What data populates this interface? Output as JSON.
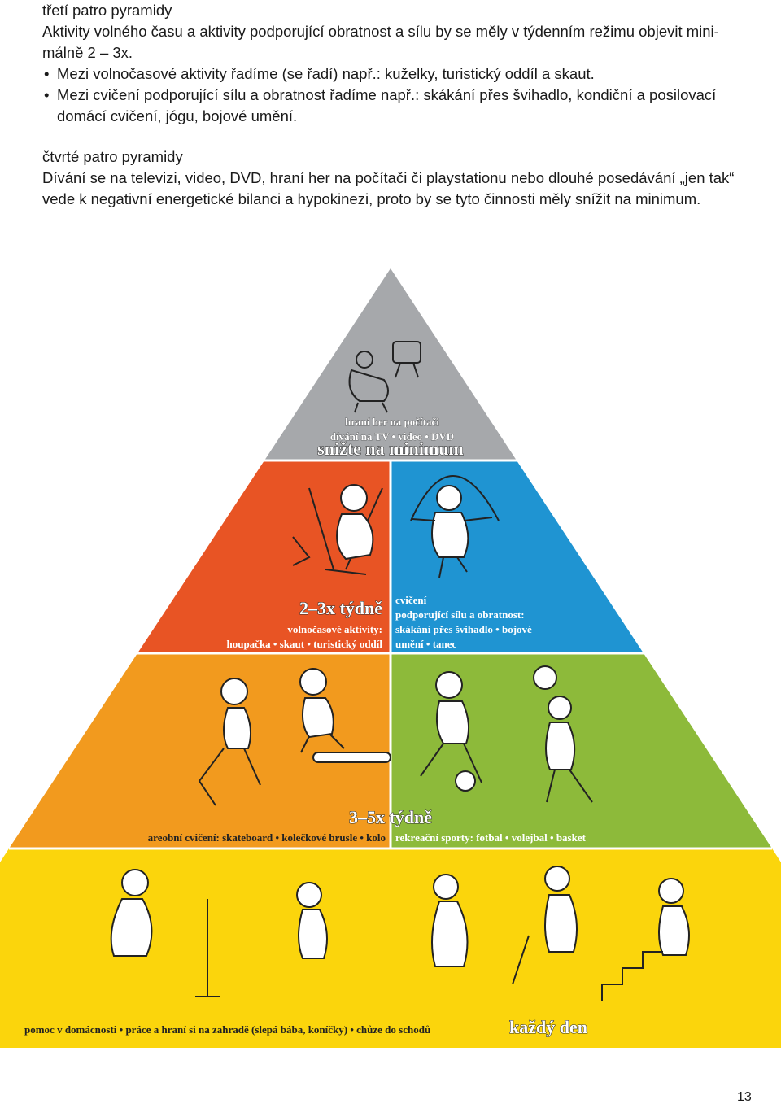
{
  "sections": {
    "third_floor": {
      "heading": "třetí patro pyramidy",
      "intro_line1": "Aktivity volného času a aktivity podporující obratnost a sílu by se měly v týdenním režimu objevit mini-",
      "intro_line2": "málně 2 – 3x.",
      "bullet1": "Mezi volnočasové aktivity řadíme (se řadí) např.: kuželky, turistický oddíl a skaut.",
      "bullet2": "Mezi cvičení podporující sílu a obratnost řadíme např.: skákání přes švihadlo, kondiční a posilovací domácí cvičení, jógu, bojové umění."
    },
    "fourth_floor": {
      "heading": "čtvrté patro pyramidy",
      "text": "Dívání se na televizi, video, DVD, hraní her na počítači či playstationu nebo dlouhé posedávání „jen tak“ vede k negativní energetické bilanci a hypokinezi, proto by se tyto činnosti měly snížit na minimum."
    }
  },
  "pyramid": {
    "top": {
      "line1": "hraní her na počítači",
      "line2": "dívání na TV • video • DVD",
      "frequency": "snižte na minimum"
    },
    "tier2": {
      "frequency": "2–3x týdně",
      "left_line1": "volnočasové aktivity:",
      "left_line2": "houpačka • skaut • turistický oddíl",
      "right_line1": "cvičení",
      "right_line2": "podporující sílu a obratnost:",
      "right_line3": "skákání přes švihadlo • bojové",
      "right_line4": "umění • tanec"
    },
    "tier3": {
      "frequency": "3–5x týdně",
      "left_label": "areobní cvičení: skateboard • kolečkové brusle • kolo",
      "right_label": "rekreační sporty: fotbal • volejbal • basket"
    },
    "base": {
      "label": "pomoc v domácnosti • práce a hraní si na zahradě (slepá bába, koníčky) • chůze do schodů",
      "frequency": "každý den"
    },
    "colors": {
      "top": "#a6a8ab",
      "orange_red": "#e85424",
      "blue": "#1f94d2",
      "orange": "#f29a1e",
      "green": "#8dba3a",
      "yellow": "#fbd50c"
    }
  },
  "page_number": "13"
}
